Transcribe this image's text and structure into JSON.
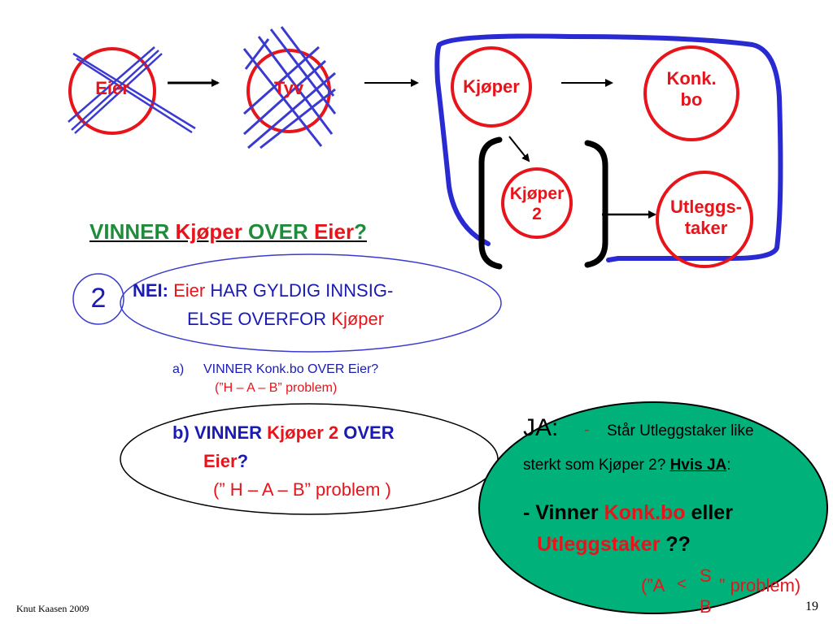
{
  "colors": {
    "red": "#e8141b",
    "blue": "#1a1ab4",
    "green": "#1e8c3a",
    "ja_fill": "#00b27a"
  },
  "nodes": {
    "eier": "Eier",
    "tyv": "Tyv",
    "kjoper": "Kjøper",
    "konkbo_1": "Konk.",
    "konkbo_2": "bo",
    "kjoper2_1": "Kjøper",
    "kjoper2_2": "2",
    "utleggstaker_1": "Utleggs-",
    "utleggstaker_2": "taker"
  },
  "question": {
    "p1": "VINNER ",
    "p2": "Kjøper",
    "p3": " OVER ",
    "p4": "Eier",
    "p5": "?"
  },
  "answer2": {
    "number": "2",
    "nei": "NEI:",
    "eier": " Eier",
    "rest1": " HAR GYLDIG INNSIG-",
    "rest2": "ELSE OVERFOR ",
    "kjoper": "Kjøper"
  },
  "item_a": {
    "marker": "a)",
    "text": "VINNER Konk.bo OVER Eier?",
    "note": "(”H – A – B” problem)"
  },
  "item_b": {
    "p1": "b) VINNER ",
    "p2": "Kjøper 2",
    "p3": " OVER",
    "p4": "Eier",
    "p5": "?",
    "note": "(” H – A – B” problem )"
  },
  "ja": {
    "title": "JA:",
    "dash": "-",
    "line1": "Står Utleggstaker like",
    "line2a": "sterkt som Kjøper 2? ",
    "line2b": "Hvis JA",
    "line2c": ":",
    "line3a": "- Vinner ",
    "line3b": "Konk.bo",
    "line3c": " eller",
    "line4a": "Utleggstaker",
    "line4b": " ??"
  },
  "problem": {
    "prefix": "(”A",
    "lt": "<",
    "s": "S",
    "b": "B",
    "suffix": "” problem)"
  },
  "footer": {
    "author": "Knut Kaasen 2009",
    "page": "19"
  }
}
